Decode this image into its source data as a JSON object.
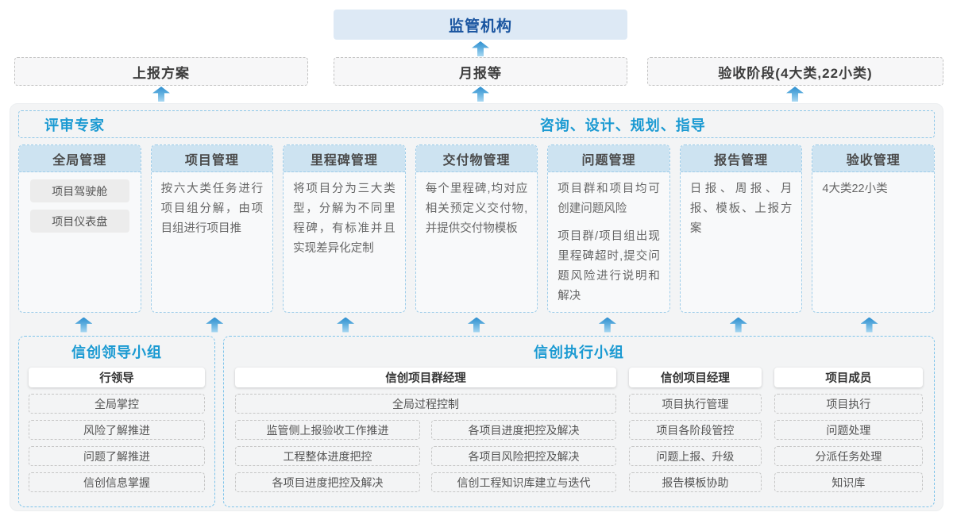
{
  "top": {
    "regulator": "监管机构",
    "report_boxes": {
      "plan": "上报方案",
      "monthly": "月报等",
      "acceptance": "验收阶段(4大类,22小类)"
    }
  },
  "main": {
    "left_header": "评审专家",
    "right_header": "咨询、设计、规划、指导",
    "columns": [
      {
        "title": "全局管理",
        "pills": [
          "项目驾驶舱",
          "项目仪表盘"
        ]
      },
      {
        "title": "项目管理",
        "paragraphs": [
          "按六大类任务进行项目组分解，由项目组进行项目推"
        ]
      },
      {
        "title": "里程碑管理",
        "paragraphs": [
          "将项目分为三大类型，分解为不同里程碑，有标准并且实现差异化定制"
        ]
      },
      {
        "title": "交付物管理",
        "paragraphs": [
          "每个里程碑,均对应相关预定义交付物,并提供交付物模板"
        ]
      },
      {
        "title": "问题管理",
        "paragraphs": [
          "项目群和项目均可创建问题风险",
          "项目群/项目组出现里程碑超时,提交问题风险进行说明和解决"
        ]
      },
      {
        "title": "报告管理",
        "paragraphs": [
          "日报、周报、月报、模板、上报方案"
        ]
      },
      {
        "title": "验收管理",
        "paragraphs": [
          "4大类22小类"
        ]
      }
    ]
  },
  "bottom": {
    "leader_group": {
      "title": "信创领导小组",
      "role": "行领导",
      "items": [
        "全局掌控",
        "风险了解推进",
        "问题了解推进",
        "信创信息掌握"
      ]
    },
    "exec_group": {
      "title": "信创执行小组",
      "group_manager": {
        "role": "信创项目群经理",
        "full_item": "全局过程控制",
        "left_items": [
          "监管侧上报验收工作推进",
          "工程整体进度把控",
          "各项目进度把控及解决"
        ],
        "right_items": [
          "各项目进度把控及解决",
          "各项目风险把控及解决",
          "信创工程知识库建立与迭代"
        ]
      },
      "project_manager": {
        "role": "信创项目经理",
        "items": [
          "项目执行管理",
          "项目各阶段管控",
          "问题上报、升级",
          "报告模板协助"
        ]
      },
      "members": {
        "role": "项目成员",
        "items": [
          "项目执行",
          "问题处理",
          "分派任务处理",
          "知识库"
        ]
      }
    }
  },
  "colors": {
    "accent_blue": "#1b9ad2",
    "dark_blue": "#1a55a0",
    "regulator_bg": "#dde9f5",
    "column_header_bg": "#cde3f1",
    "dashed_blue_border": "#9fcde9",
    "panel_bg": "#f3f4f5",
    "arrow_blue": "#5eaede"
  }
}
